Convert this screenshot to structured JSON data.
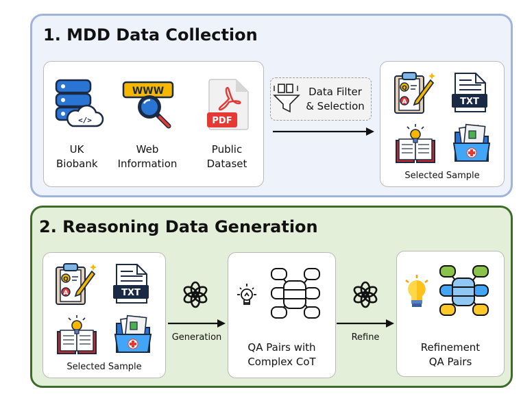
{
  "section1": {
    "title": "1. MDD Data Collection",
    "sources": [
      {
        "label_line1": "UK",
        "label_line2": "Biobank",
        "icon": "database-cloud-icon"
      },
      {
        "label_line1": "Web",
        "label_line2": "Information",
        "icon": "www-search-icon"
      },
      {
        "label_line1": "Public",
        "label_line2": "Dataset",
        "icon": "pdf-file-icon"
      }
    ],
    "filter_line1": "Data Filter",
    "filter_line2": "& Selection",
    "selected_label": "Selected Sample"
  },
  "section2": {
    "title": "2. Reasoning Data Generation",
    "selected_label": "Selected Sample",
    "step1_label": "Generation",
    "qa_line1": "QA Pairs with",
    "qa_line2": "Complex CoT",
    "step2_label": "Refine",
    "refined_line1": "Refinement",
    "refined_line2": "QA Pairs"
  },
  "icons": {
    "txt_text": "TXT",
    "pdf_text": "PDF",
    "www_text": "WWW",
    "code_text": "</>",
    "q_letter": "Q",
    "a_letter": "A"
  },
  "colors": {
    "section1_bg": "#eef2fb",
    "section1_border": "#9fb4d8",
    "section2_bg": "#e3efd8",
    "section2_border": "#3c6b2a"
  }
}
